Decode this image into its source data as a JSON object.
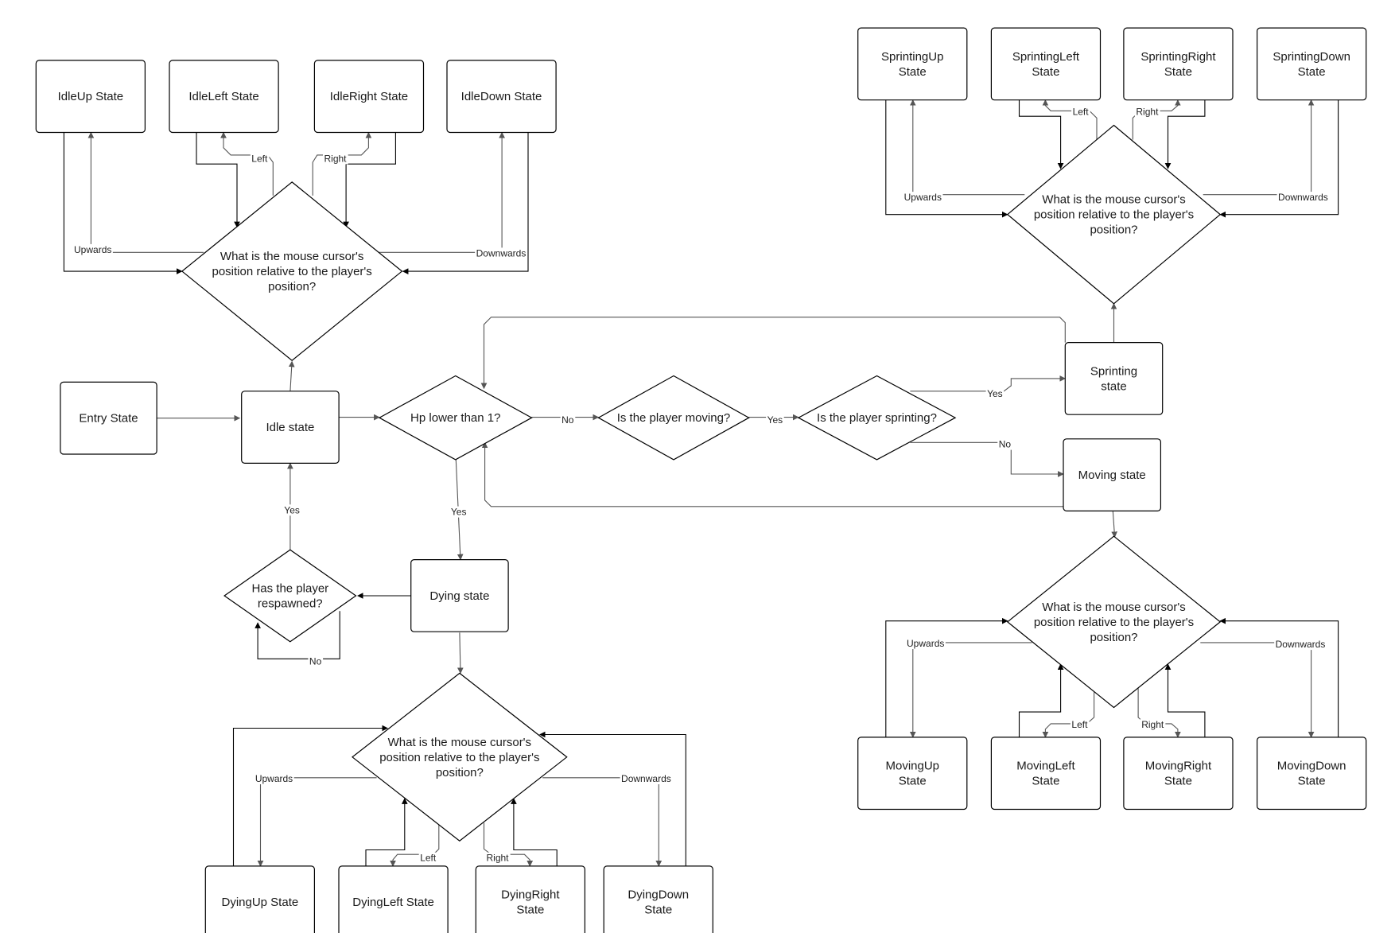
{
  "nodes": {
    "idle_up": "IdleUp State",
    "idle_left": "IdleLeft State",
    "idle_right": "IdleRight State",
    "idle_down": "IdleDown State",
    "idle_question": "What is the mouse cursor's\nposition relative to the player's\nposition?",
    "entry": "Entry State",
    "idle": "Idle state",
    "hp_check": "Hp lower than 1?",
    "moving_check": "Is the player moving?",
    "sprint_check": "Is the player sprinting?",
    "sprinting": "Sprinting\nstate",
    "moving": "Moving state",
    "sprint_up": "SprintingUp\nState",
    "sprint_left": "SprintingLeft\nState",
    "sprint_right": "SprintingRight\nState",
    "sprint_down": "SprintingDown\nState",
    "sprint_question": "What is the mouse cursor's\nposition relative to the player's\nposition?",
    "moving_question": "What is the mouse cursor's\nposition relative to the player's\nposition?",
    "moving_up": "MovingUp\nState",
    "moving_left": "MovingLeft\nState",
    "moving_right": "MovingRight\nState",
    "moving_down": "MovingDown\nState",
    "respawn_check": "Has the player\nrespawned?",
    "dying": "Dying state",
    "dying_question": "What is the mouse cursor's\nposition relative to the player's\nposition?",
    "dying_up": "DyingUp State",
    "dying_left": "DyingLeft State",
    "dying_right": "DyingRight\nState",
    "dying_down": "DyingDown\nState"
  },
  "edge_labels": {
    "up": "Upwards",
    "left": "Left",
    "right": "Right",
    "down": "Downwards",
    "yes": "Yes",
    "no": "No"
  }
}
